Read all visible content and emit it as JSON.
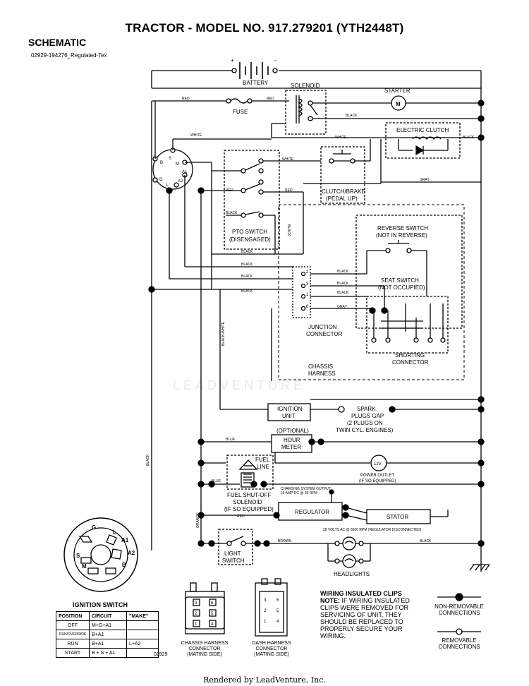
{
  "title": "TRACTOR - MODEL NO. 917.279201 (YTH2448T)",
  "heading": "SCHEMATIC",
  "drawing_id": "02929-194276_Regulated-Tex",
  "footer": "Rendered by LeadVenture, Inc.",
  "watermark": "LEADVENTURE",
  "components": {
    "battery": "BATTERY",
    "solenoid": "SOLENOID",
    "starter": "STARTER",
    "starter_motor": "M",
    "fuse": "FUSE",
    "electric_clutch": "ELECTRIC CLUTCH",
    "clutch_brake_1": "CLUTCH/BRAKE",
    "clutch_brake_2": "(PEDAL UP)",
    "pto_switch_1": "PTO SWITCH",
    "pto_switch_2": "(DISENGAGED)",
    "reverse_switch_1": "REVERSE SWITCH",
    "reverse_switch_2": "(NOT IN REVERSE)",
    "seat_switch_1": "SEAT SWITCH",
    "seat_switch_2": "(NOT OCCUPIED)",
    "junction_1": "JUNCTION",
    "junction_2": "CONNECTOR",
    "shorting_1": "SHORTING",
    "shorting_2": "CONNECTOR",
    "chassis_1": "CHASSIS",
    "chassis_2": "HARNESS",
    "ignition_unit_1": "IGNITION",
    "ignition_unit_2": "UNIT",
    "spark_1": "SPARK",
    "spark_2": "PLUGS GAP",
    "spark_3": "(2 PLUGS ON",
    "spark_4": "TWIN CYL. ENGINES)",
    "optional": "(OPTIONAL)",
    "hour_meter_1": "HOUR",
    "hour_meter_2": "METER",
    "fuel_line_1": "FUEL",
    "fuel_line_2": "LINE",
    "power_outlet_1": "POWER OUTLET",
    "power_outlet_2": "(IF SO EQUIPPED)",
    "outlet_v": "12V",
    "fuel_sol_1": "FUEL SHUT-OFF",
    "fuel_sol_2": "SOLENOID",
    "fuel_sol_3": "(IF SO EQUIPPED)",
    "charging_1": "CHARGING SYSTEM OUTPUT",
    "charging_2": "16 AMP DC @ 36 RPM",
    "regulator": "REGULATOR",
    "stator": "STATOR",
    "volts_note": "28 VOLTS AC @ 3600 RPM (REGULATOR DISCONNECTED)",
    "light_switch_1": "LIGHT",
    "light_switch_2": "SWITCH",
    "headlights": "HEADLIGHTS"
  },
  "wires": {
    "red": "RED",
    "black": "BLACK",
    "white": "WHITE",
    "gray": "GRAY",
    "blue": "BLUE",
    "orange": "ORANGE",
    "brown": "BROWN",
    "black_white": "BLACK-WHITE"
  },
  "terminals": {
    "s": "S",
    "m": "M",
    "b": "B",
    "a1": "A1",
    "g": "G",
    "l": "L",
    "a2": "A2",
    "j2": "2",
    "j3": "3",
    "j1": "1",
    "j6": "6",
    "plus": "+",
    "minus": "-"
  },
  "ignition_switch": {
    "title": "IGNITION SWITCH",
    "headers": [
      "POSITION",
      "CIRCUIT",
      "\"MAKE\""
    ],
    "rows": [
      {
        "position": "OFF",
        "circuit": "M+G+A1",
        "make": ""
      },
      {
        "position": "RUN/OVERRIDE",
        "circuit": "B+A1",
        "make": ""
      },
      {
        "position": "RUN",
        "circuit": "B+A1",
        "make": "L+A2"
      },
      {
        "position": "START",
        "circuit": "B + S + A1",
        "make": ""
      }
    ],
    "face_labels": {
      "g": "G",
      "l": "L",
      "a1": "A1",
      "a2": "A2",
      "s": "S",
      "m": "M",
      "b": "B"
    },
    "code": "02929"
  },
  "connectors": {
    "chassis": {
      "line1": "CHASSIS HARNESS",
      "line2": "CONNECTOR",
      "line3": "(MATING SIDE)",
      "pins": [
        "3",
        "6",
        "2",
        "5",
        "1",
        "4"
      ]
    },
    "dash": {
      "line1": "DASH HARNESS",
      "line2": "CONNECTOR",
      "line3": "(MATING SIDE)",
      "pins": [
        "3",
        "6",
        "2",
        "5",
        "1",
        "4"
      ]
    }
  },
  "clips": {
    "title": "WIRING INSULATED CLIPS",
    "note_label": "NOTE:",
    "note": "IF WIRING INSULATED CLIPS WERE REMOVED FOR SERVICING OF UNIT, THEY SHOULD BE REPLACED TO PROPERLY SECURE YOUR WIRING."
  },
  "legend": {
    "non_removable_1": "NON-REMOVABLE",
    "non_removable_2": "CONNECTIONS",
    "removable_1": "REMOVABLE",
    "removable_2": "CONNECTIONS"
  }
}
